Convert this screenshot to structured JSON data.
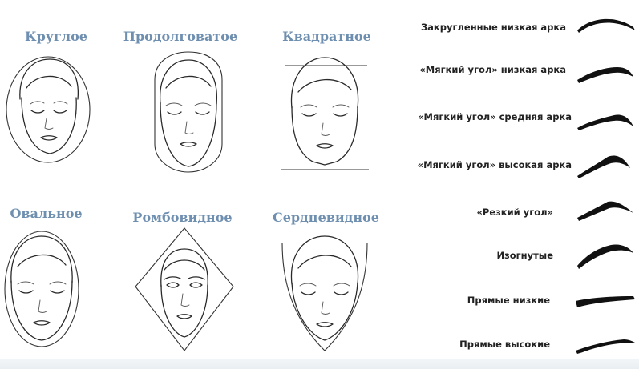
{
  "face_shapes": [
    {
      "label": "Круглое"
    },
    {
      "label": "Продолговатое"
    },
    {
      "label": "Квадратное"
    },
    {
      "label": "Овальное"
    },
    {
      "label": "Ромбовидное"
    },
    {
      "label": "Сердцевидное"
    }
  ],
  "eyebrow_shapes": [
    {
      "label": "Закругленные низкая арка"
    },
    {
      "label": "«Мягкий угол» низкая арка"
    },
    {
      "label": "«Мягкий угол» средняя арка"
    },
    {
      "label": "«Мягкий угол» высокая арка"
    },
    {
      "label": "«Резкий угол»"
    },
    {
      "label": "Изогнутые"
    },
    {
      "label": "Прямые низкие"
    },
    {
      "label": "Прямые высокие"
    }
  ],
  "colors": {
    "label_blue": "#6f8fb0",
    "ink": "#111111"
  }
}
